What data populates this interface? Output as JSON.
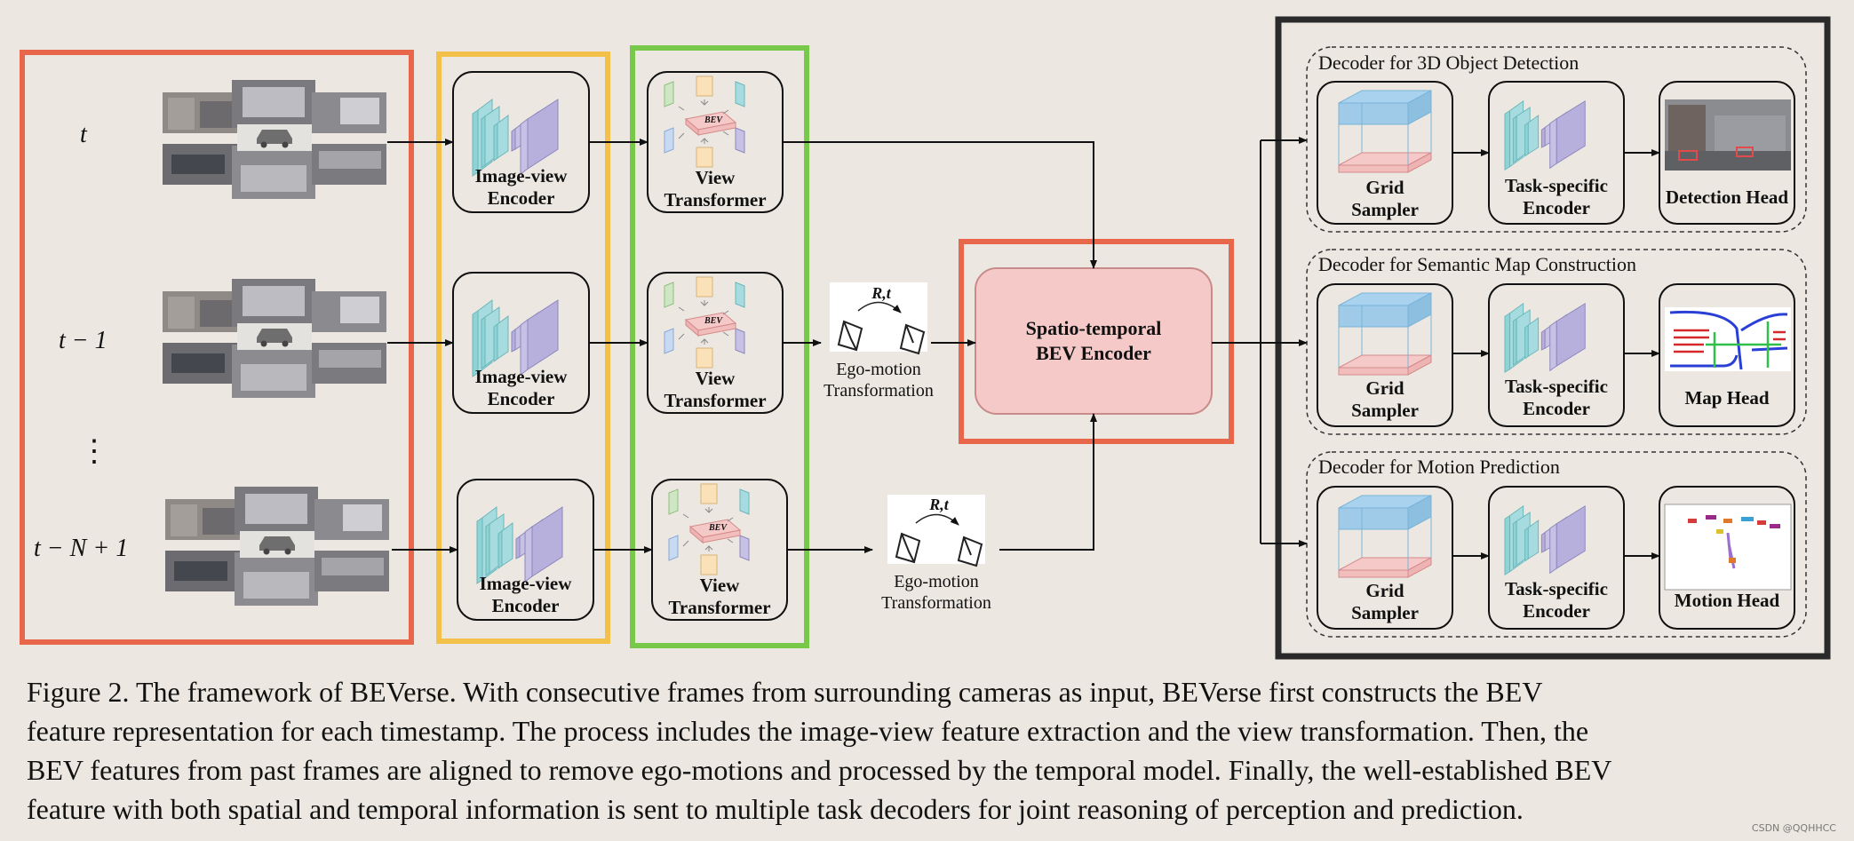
{
  "timesteps": [
    "t",
    "t − 1",
    "t − N + 1"
  ],
  "ellipsis": "⋮",
  "encoder": {
    "line1": "Image-view",
    "line2": "Encoder"
  },
  "transformer": {
    "line1": "View",
    "line2": "Transformer",
    "bev_tag": "BEV"
  },
  "ego_motion": {
    "math": "R,t",
    "line1": "Ego-motion",
    "line2": "Transformation"
  },
  "st_encoder": {
    "line1": "Spatio-temporal",
    "line2": "BEV Encoder"
  },
  "decoders": [
    {
      "title": "Decoder for 3D Object Detection",
      "sampler1": "Grid",
      "sampler2": "Sampler",
      "enc1": "Task-specific",
      "enc2": "Encoder",
      "head": "Detection Head"
    },
    {
      "title": "Decoder for Semantic Map Construction",
      "sampler1": "Grid",
      "sampler2": "Sampler",
      "enc1": "Task-specific",
      "enc2": "Encoder",
      "head": "Map Head"
    },
    {
      "title": "Decoder for Motion Prediction",
      "sampler1": "Grid",
      "sampler2": "Sampler",
      "enc1": "Task-specific",
      "enc2": "Encoder",
      "head": "Motion Head"
    }
  ],
  "caption": [
    "Figure 2.  The framework of BEVerse.  With consecutive frames from surrounding cameras as input, BEVerse first constructs the BEV",
    "feature representation for each timestamp. The process includes the image-view feature extraction and the view transformation. Then, the",
    "BEV features from past frames are aligned to remove ego-motions and processed by the temporal model. Finally, the well-established BEV",
    "feature with both spatial and temporal information is sent to multiple task decoders for joint reasoning of perception and prediction."
  ],
  "watermark": "CSDN @QQHHCC",
  "colors": {
    "red_frame": "#e8664a",
    "yellow_frame": "#f3c04a",
    "green_frame": "#78c84a",
    "black_frame": "#2a2a2a",
    "encoder_cyan": "#8fd3d6",
    "encoder_purple": "#b7b0dc",
    "bev_pink": "#f6c9c9",
    "grid_blue": "#9fcbe8"
  }
}
